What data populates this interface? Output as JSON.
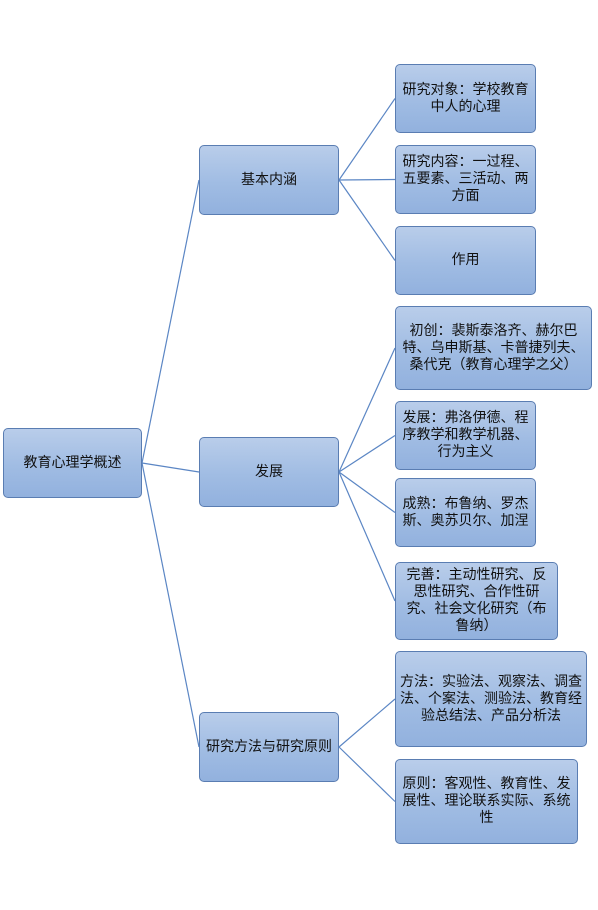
{
  "colors": {
    "edge": "#5b86c4",
    "node_border": "#5a7db2",
    "node_fill": "#a0bce3"
  },
  "nodes": {
    "root": "教育心理学概述",
    "basic": "基本内涵",
    "basic_object": "研究对象：学校教育中人的心理",
    "basic_content": "研究内容：一过程、五要素、三活动、两方面",
    "basic_role": "作用",
    "development": "发展",
    "dev_origin": "初创：裴斯泰洛齐、赫尔巴特、乌申斯基、卡普捷列夫、桑代克（教育心理学之父）",
    "dev_growth": "发展：弗洛伊德、程序教学和教学机器、行为主义",
    "dev_mature": "成熟：布鲁纳、罗杰斯、奥苏贝尔、加涅",
    "dev_perfect": "完善：主动性研究、反思性研究、合作性研究、社会文化研究（布鲁纳）",
    "methods": "研究方法与研究原则",
    "methods_list": "方法：实验法、观察法、调查法、个案法、测验法、教育经验总结法、产品分析法",
    "methods_principle": "原则：客观性、教育性、发展性、理论联系实际、系统性"
  }
}
